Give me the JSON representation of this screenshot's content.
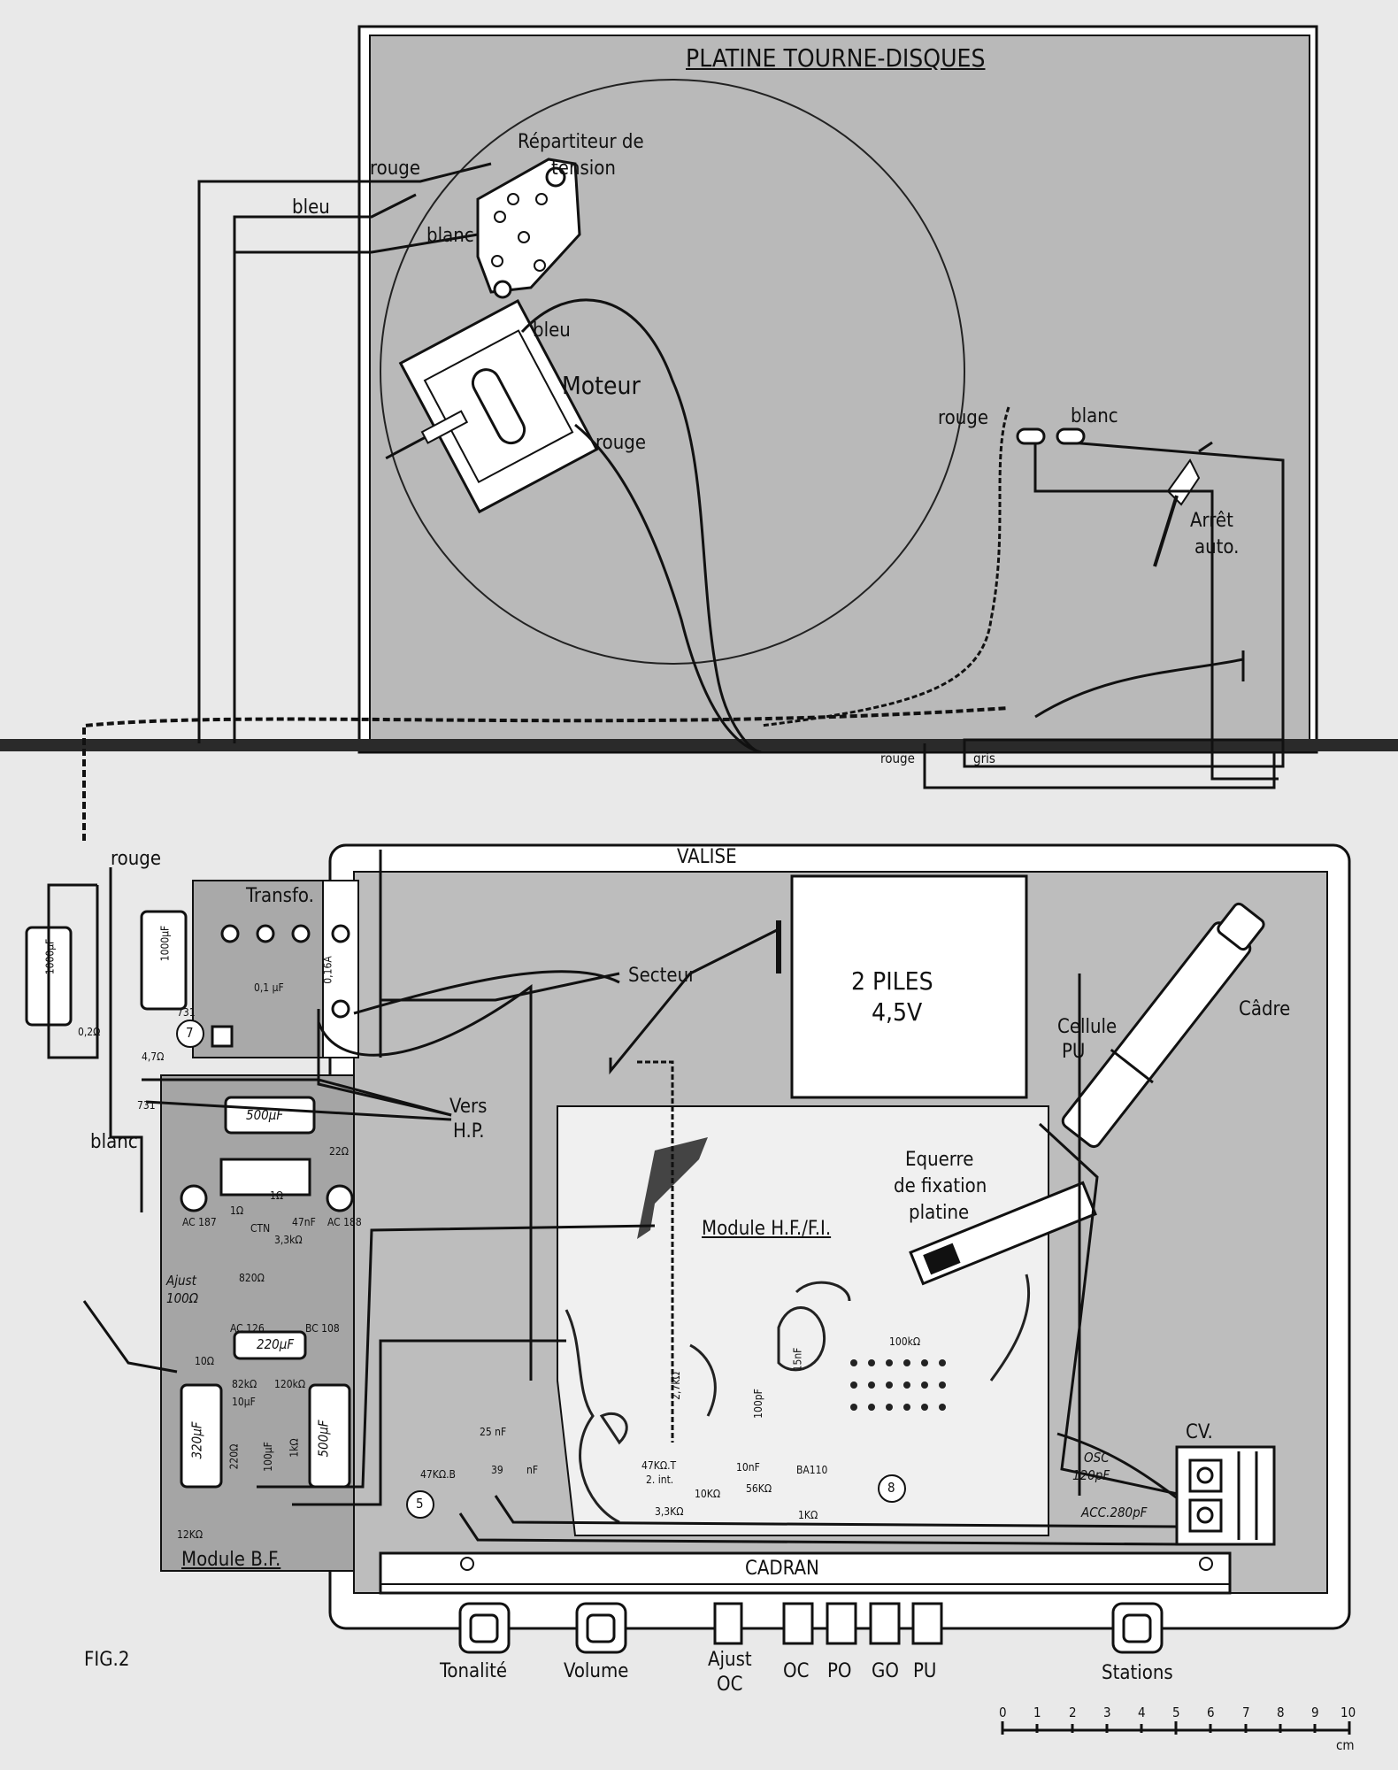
{
  "title_platine": "PLATINE TOURNE-DISQUES",
  "repartiteur": [
    "Répartiteur de",
    "tension"
  ],
  "wire_rouge": "rouge",
  "wire_bleu": "bleu",
  "wire_blanc": "blanc",
  "moteur": "Moteur",
  "arret": [
    "Arrêt",
    "auto."
  ],
  "gris": "gris",
  "valise": "VALISE",
  "transfo": "Transfo.",
  "secteur": "Secteur",
  "piles": [
    "2 PILES",
    "4,5V"
  ],
  "cellule": [
    "Cellule",
    "PU"
  ],
  "cadre": "Câdre",
  "vers_hp": [
    "Vers",
    "H.P."
  ],
  "equerre": [
    "Equerre",
    "de fixation",
    "platine"
  ],
  "module_hf": "Module H.F./F.I.",
  "module_bf": "Module B.F.",
  "cadran": "CADRAN",
  "cv": "CV.",
  "osc": [
    "OSC",
    "120pF"
  ],
  "acc": "ACC.280pF",
  "fig": "FIG.2",
  "knobs": [
    "Tonalité",
    "Volume"
  ],
  "ajust_oc": [
    "Ajust",
    "OC"
  ],
  "buttons": [
    "OC",
    "PO",
    "GO",
    "PU"
  ],
  "stations": "Stations",
  "scale_ticks": [
    "0",
    "1",
    "2",
    "3",
    "4",
    "5",
    "6",
    "7",
    "8",
    "9",
    "10"
  ],
  "scale_unit": "cm",
  "markers": [
    "7",
    "5",
    "8"
  ],
  "components": {
    "c1000a": "1000µF",
    "c1000b": "1000µF",
    "r02": "0,2Ω",
    "r731a": "731",
    "r731b": "731",
    "r47": "4,7Ω",
    "c01": "0,1 µF",
    "fuse": "0,16A",
    "c500a": "500µF",
    "r22": "22Ω",
    "r1a": "1Ω",
    "r1b": "1Ω",
    "ac187": "AC 187",
    "ac188": "AC 188",
    "ctn": "CTN",
    "c47": "47nF",
    "r33": "3,3kΩ",
    "r820": "820Ω",
    "ajust100": [
      "Ajust",
      "100Ω"
    ],
    "ac126": "AC 126",
    "bc108": "BC 108",
    "r10": "10Ω",
    "c220": "220µF",
    "r82k": "82kΩ",
    "r120k": "120kΩ",
    "c320": "320µF",
    "r220": "220Ω",
    "c10u": "10µF",
    "c100u": "100µF",
    "r1k": "1kΩ",
    "c500b": "500µF",
    "r12k": "12KΩ",
    "c25": "25 nF",
    "pot47b": "47KΩ.B",
    "c39": "39",
    "nf": "nF",
    "pot47t": [
      "47KΩ.T",
      "2. int."
    ],
    "c10n": "10nF",
    "r33b": "3,3KΩ",
    "r10k": "10KΩ",
    "r56k": "56KΩ",
    "ba110": "BA110",
    "r1k5": "1KΩ",
    "c15n": "15nF",
    "r100k": "100kΩ",
    "c100p": "100pF",
    "r27": "2,7kΩ"
  }
}
